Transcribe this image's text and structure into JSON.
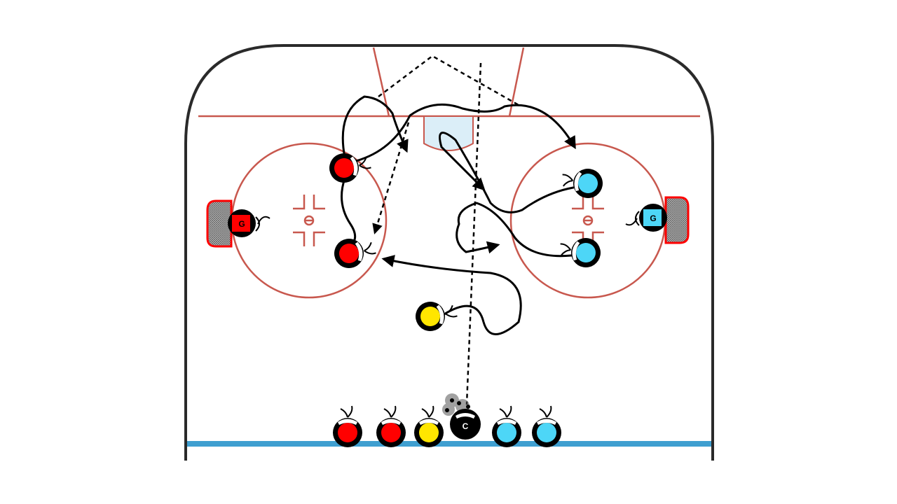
{
  "diagram": {
    "type": "hockey-drill",
    "colors": {
      "red_team": "#ff0000",
      "blue_team": "#4dd6f7",
      "neutral": "#ffe600",
      "coach": "#000000",
      "rink_lines": "#c8584e",
      "blue_line": "#3f9fd0",
      "crease": "#dbeef8"
    },
    "goalies": [
      {
        "team": "red",
        "label": "G"
      },
      {
        "team": "blue",
        "label": "G"
      }
    ],
    "coach": {
      "label": "C"
    },
    "players_on_ice": [
      {
        "team": "red"
      },
      {
        "team": "red"
      },
      {
        "team": "blue"
      },
      {
        "team": "blue"
      },
      {
        "team": "yellow"
      }
    ],
    "bench_line": [
      {
        "team": "red"
      },
      {
        "team": "red"
      },
      {
        "team": "yellow"
      },
      {
        "team": "coach"
      },
      {
        "team": "blue"
      },
      {
        "team": "blue"
      }
    ]
  }
}
